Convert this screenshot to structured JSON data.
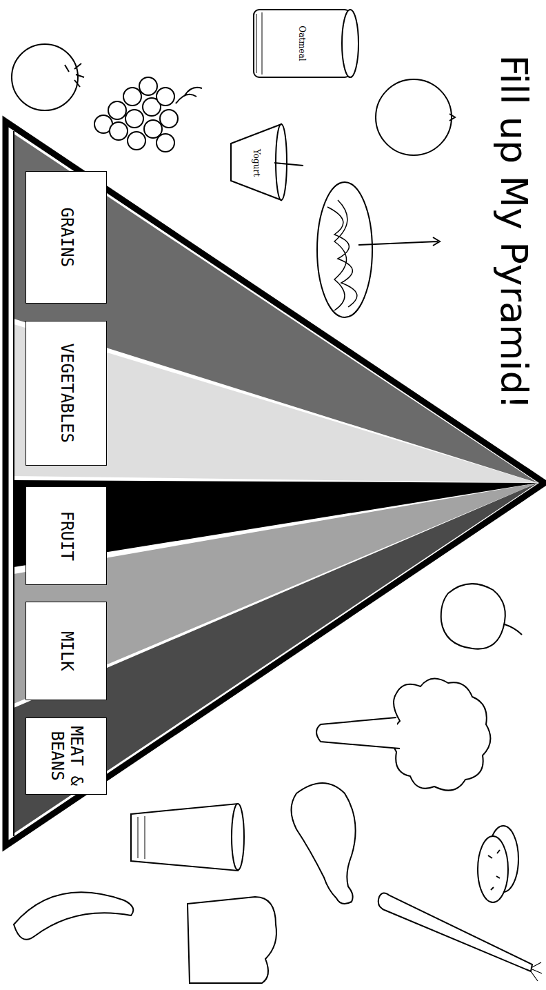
{
  "diagram": {
    "title": "Fill up My Pyramid!",
    "nodes": [
      {
        "text": [
          "GRAINS"
        ]
      },
      {
        "text": [
          "VEGETABLES"
        ]
      },
      {
        "text": [
          "FRUIT"
        ]
      },
      {
        "text": [
          "MILK"
        ]
      },
      {
        "text": [
          "MEAT & BEANS"
        ]
      }
    ],
    "labels": [
      "Oatmeal",
      "Yogurt"
    ]
  }
}
